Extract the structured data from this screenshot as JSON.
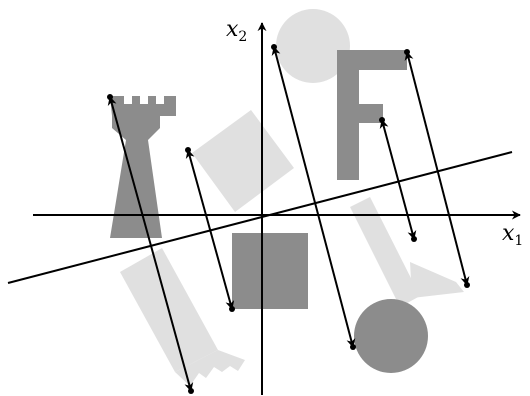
{
  "figure": {
    "x_axis_label": {
      "symbol": "x",
      "subscript": "1"
    },
    "y_axis_label": {
      "symbol": "x",
      "subscript": "2"
    },
    "colors": {
      "light_gray": "#e0e0e0",
      "dark_gray": "#8c8c8c",
      "line": "#000000"
    }
  }
}
